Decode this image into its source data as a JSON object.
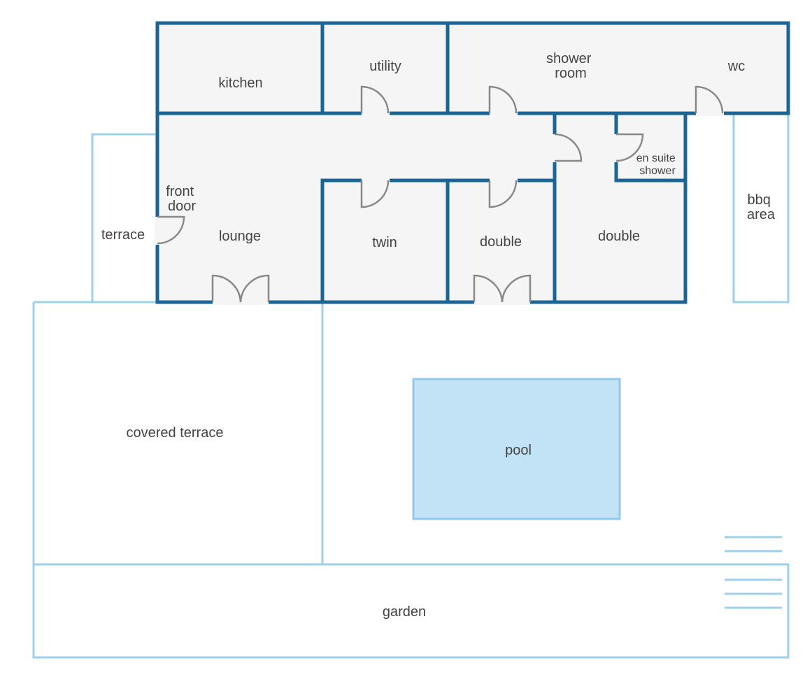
{
  "colors": {
    "wall": "#1b6596",
    "room_fill": "#f5f5f5",
    "outdoor_line": "#9fd0eb",
    "pool_fill": "#c2e2f6",
    "door": "#888888",
    "label": "#444444"
  },
  "rooms": {
    "kitchen": "kitchen",
    "utility": "utility",
    "shower_room": [
      "shower",
      "room"
    ],
    "wc": "wc",
    "front_door": [
      "front",
      "door"
    ],
    "lounge": "lounge",
    "twin": "twin",
    "double_center": "double",
    "double_right": "double",
    "en_suite": [
      "en suite",
      "shower"
    ]
  },
  "outdoor": {
    "terrace": "terrace",
    "bbq_area": [
      "bbq",
      "area"
    ],
    "covered_terrace": "covered terrace",
    "pool": "pool",
    "garden": "garden"
  }
}
